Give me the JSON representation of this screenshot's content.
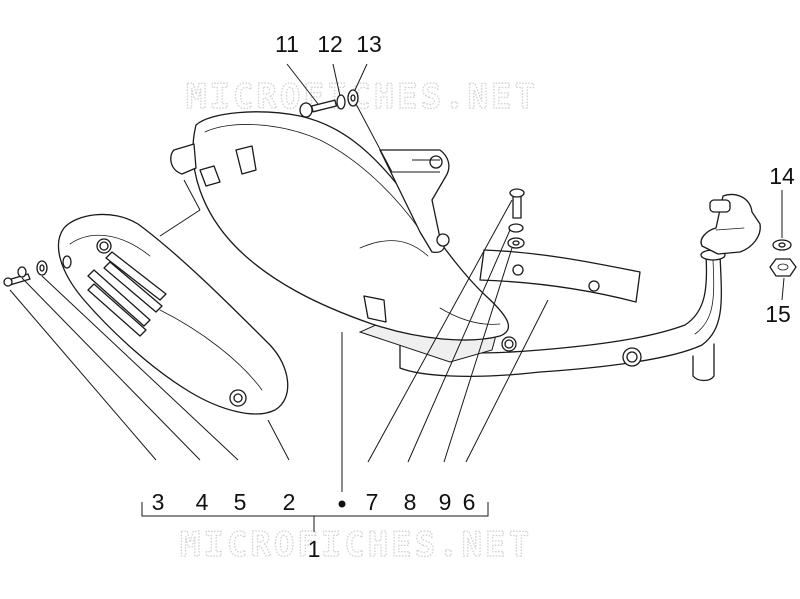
{
  "watermark": {
    "text": "MICROFICHES.NET"
  },
  "callouts": {
    "c1": "1",
    "c2": "2",
    "c3": "3",
    "c4": "4",
    "c5": "5",
    "c6": "6",
    "c7": "7",
    "c8": "8",
    "c9": "9",
    "c11": "11",
    "c12": "12",
    "c13": "13",
    "c14": "14",
    "c15": "15"
  }
}
